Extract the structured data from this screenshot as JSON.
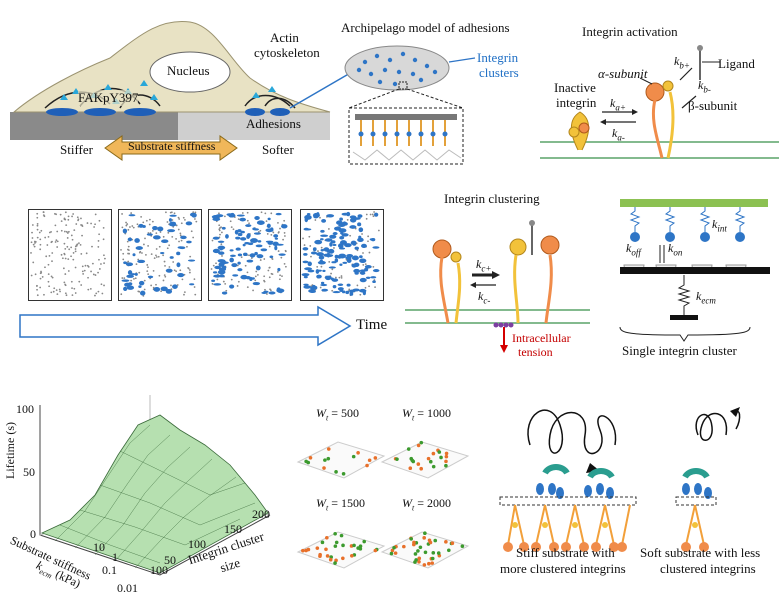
{
  "panel_a": {
    "nucleus": "Nucleus",
    "actin_line1": "Actin",
    "actin_line2": "cytoskeleton",
    "fak": "FAKpY397",
    "adhesions": "Adhesions",
    "stiffer": "Stiffer",
    "softer": "Softer",
    "substrate_stiffness": "Substrate stiffness"
  },
  "panel_b": {
    "title": "Archipelago model of adhesions",
    "integrin_line1": "Integrin",
    "integrin_line2": "clusters"
  },
  "panel_c": {
    "title": "Integrin activation",
    "inactive_line1": "Inactive",
    "inactive_line2": "integrin",
    "alpha": "α-subunit",
    "beta": "β-subunit",
    "ligand": "Ligand",
    "k_a_plus": "k",
    "k_a_plus_sub": "a+",
    "k_a_minus": "k",
    "k_a_minus_sub": "a-",
    "k_b_plus": "k",
    "k_b_plus_sub": "b+",
    "k_b_minus": "k",
    "k_b_minus_sub": "b-"
  },
  "panel_d": {
    "time": "Time"
  },
  "panel_e": {
    "title": "Integrin clustering",
    "k_c_plus": "k",
    "k_c_plus_sub": "c+",
    "k_c_minus": "k",
    "k_c_minus_sub": "c-",
    "tension_line1": "Intracellular",
    "tension_line2": "tension"
  },
  "panel_f": {
    "k_off": "k",
    "k_off_sub": "off",
    "k_on": "k",
    "k_on_sub": "on",
    "k_int": "k",
    "k_int_sub": "int",
    "k_ecm": "k",
    "k_ecm_sub": "ecm",
    "caption": "Single integrin cluster"
  },
  "panel_g": {
    "zlabel": "Lifetime (s)",
    "ylabel_line1": "Substrate stiffness",
    "ylabel_k": "k",
    "ylabel_k_sub": "ecm",
    "ylabel_unit": "(kPa)",
    "xlabel_line1": "Integrin cluster",
    "xlabel_line2": "size",
    "z_ticks": [
      "0",
      "50",
      "100"
    ],
    "y_ticks": [
      "100",
      "10",
      "1",
      "0.1",
      "0.01"
    ],
    "x_ticks": [
      "10",
      "50",
      "100",
      "150",
      "200"
    ]
  },
  "panel_h": {
    "labels": [
      {
        "w": "W",
        "sub": "t",
        "val": " = 500"
      },
      {
        "w": "W",
        "sub": "t",
        "val": " = 1000"
      },
      {
        "w": "W",
        "sub": "t",
        "val": " = 1500"
      },
      {
        "w": "W",
        "sub": "t",
        "val": " = 2000"
      }
    ]
  },
  "panel_i": {
    "stiff_line1": "Stiff substrate with",
    "stiff_line2": "more clustered integrins",
    "soft_line1": "Soft substrate with less",
    "soft_line2": "clustered integrins"
  },
  "colors": {
    "integrin_blue": "#2e75c6",
    "integrin_orange": "#f08c4a",
    "integrin_yellow": "#f2c23a",
    "membrane_green": "#5aa469",
    "ecm_green": "#8cc152",
    "tension_red": "#d40000",
    "surface_green": "#a9d8a8"
  }
}
